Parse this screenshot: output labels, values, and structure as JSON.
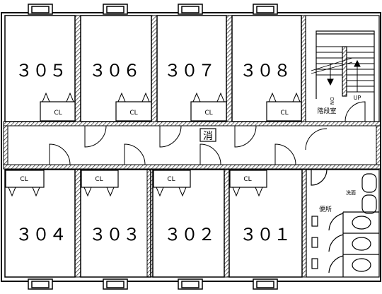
{
  "rooms_top": [
    {
      "number": "３０５"
    },
    {
      "number": "３０６"
    },
    {
      "number": "３０７"
    },
    {
      "number": "３０８"
    }
  ],
  "rooms_bottom": [
    {
      "number": "３０４"
    },
    {
      "number": "３０３"
    },
    {
      "number": "３０２"
    },
    {
      "number": "３０１"
    }
  ],
  "closet_label": "CL",
  "corridor_label": "消",
  "stair": {
    "room_label": "階段室",
    "down_label": "DN",
    "up_label": "UP"
  },
  "restroom": {
    "toilet_label": "便所",
    "wash_label": "洗面"
  },
  "colors": {
    "line": "#000000",
    "background": "#ffffff"
  }
}
